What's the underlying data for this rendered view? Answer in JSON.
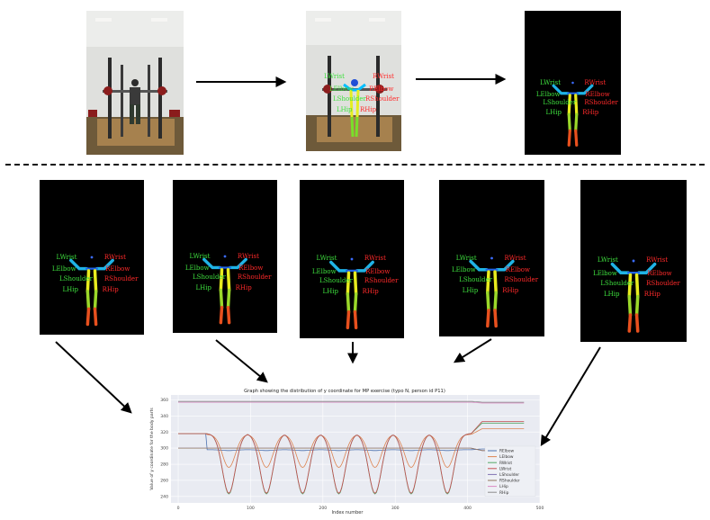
{
  "colors": {
    "left_label": "#3ee03e",
    "right_label": "#ff2a2a",
    "panel_bg": "#000000",
    "plot_bg": "#e9ebf2"
  },
  "stage1": {
    "photo_icon": "gym-photo-person-barbell",
    "overlay_left": [
      "LWrist",
      "LElbow",
      "LShoulder",
      "LHip"
    ],
    "overlay_right": [
      "RWrist",
      "RElbow",
      "RShoulder",
      "RHip"
    ]
  },
  "panels": [
    {
      "lwrist": "LWrist",
      "rwrist": "RWrist",
      "lelbow": "LElbow",
      "relbow": "RElbow",
      "lshoulder": "LShoulder",
      "rshoulder": "RShoulder",
      "lhip": "LHip",
      "rhip": "RHip"
    },
    {
      "lwrist": "LWrist",
      "rwrist": "RWrist",
      "lelbow": "LElbow",
      "relbow": "RElbow",
      "lshoulder": "LShoulder",
      "rshoulder": "RShoulder",
      "lhip": "LHip",
      "rhip": "RHip"
    },
    {
      "lwrist": "LWrist",
      "rwrist": "RWrist",
      "lelbow": "LElbow",
      "relbow": "RElbow",
      "lshoulder": "LShoulder",
      "rshoulder": "RShoulder",
      "lhip": "LHip",
      "rhip": "RHip"
    },
    {
      "lwrist": "LWrist",
      "rwrist": "RWrist",
      "lelbow": "LElbow",
      "relbow": "RElbow",
      "lshoulder": "LShoulder",
      "rshoulder": "RShoulder",
      "lhip": "LHip",
      "rhip": "RHip"
    },
    {
      "lwrist": "LWrist",
      "rwrist": "RWrist",
      "lelbow": "LElbow",
      "relbow": "RElbow",
      "lshoulder": "LShoulder",
      "rshoulder": "RShoulder",
      "lhip": "LHip",
      "rhip": "RHip"
    },
    {
      "lwrist": "LWrist",
      "rwrist": "RWrist",
      "lelbow": "LElbow",
      "relbow": "RElbow",
      "lshoulder": "LShoulder",
      "rshoulder": "RShoulder",
      "lhip": "LHip",
      "rhip": "RHip"
    }
  ],
  "chart_data": {
    "type": "line",
    "title": "Graph showing the distribution of y coordinate for MP exercise (typo N, person id P11)",
    "xlabel": "Index number",
    "ylabel": "Value of y coordinate for the body parts",
    "xlim": [
      -10,
      500
    ],
    "ylim": [
      232,
      366
    ],
    "x_ticks": [
      0,
      100,
      200,
      300,
      400,
      500
    ],
    "y_ticks": [
      240,
      260,
      280,
      300,
      320,
      340,
      360
    ],
    "grid": true,
    "legend_position": "right",
    "n_points": 480,
    "rep_centers": [
      70,
      122,
      172,
      222,
      272,
      322,
      372
    ],
    "series": [
      {
        "name": "RElbow",
        "color": "#4c72b0",
        "base": 298,
        "trough": 297,
        "end": 299,
        "start_at": 318
      },
      {
        "name": "LElbow",
        "color": "#dd8452",
        "base": 317,
        "trough": 276,
        "end": 324,
        "start_at": 318
      },
      {
        "name": "RWrist",
        "color": "#55a868",
        "base": 318,
        "trough": 243,
        "end": 331,
        "start_at": 318
      },
      {
        "name": "LWrist",
        "color": "#c44e52",
        "base": 318,
        "trough": 244,
        "end": 333,
        "start_at": 318
      },
      {
        "name": "LShoulder",
        "color": "#8172b3",
        "base": 300,
        "trough": 300,
        "end": 297,
        "start_at": 300
      },
      {
        "name": "RShoulder",
        "color": "#937860",
        "base": 300,
        "trough": 300,
        "end": 297,
        "start_at": 300
      },
      {
        "name": "LHip",
        "color": "#da8bc3",
        "base": 357,
        "trough": 357,
        "end": 356,
        "start_at": 357
      },
      {
        "name": "RHip",
        "color": "#8c8c8c",
        "base": 358,
        "trough": 358,
        "end": 357,
        "start_at": 358
      }
    ]
  }
}
